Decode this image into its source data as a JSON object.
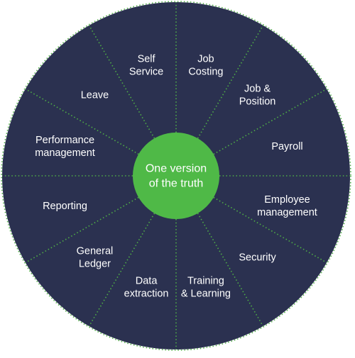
{
  "colors": {
    "wheel": "#2b3150",
    "divider": "#4fae46",
    "hub": "#4fb947",
    "text": "#ffffff"
  },
  "hub": {
    "lines": [
      "One version",
      "of the truth"
    ]
  },
  "segments": [
    {
      "id": "self-service",
      "lines": [
        "Self",
        "Service"
      ]
    },
    {
      "id": "job-costing",
      "lines": [
        "Job",
        "Costing"
      ]
    },
    {
      "id": "job-position",
      "lines": [
        "Job &",
        "Position"
      ]
    },
    {
      "id": "payroll",
      "lines": [
        "Payroll"
      ]
    },
    {
      "id": "employee-management",
      "lines": [
        "Employee",
        "management"
      ]
    },
    {
      "id": "security",
      "lines": [
        "Security"
      ]
    },
    {
      "id": "training-learning",
      "lines": [
        "Training",
        "& Learning"
      ]
    },
    {
      "id": "data-extraction",
      "lines": [
        "Data",
        "extraction"
      ]
    },
    {
      "id": "general-ledger",
      "lines": [
        "General",
        "Ledger"
      ]
    },
    {
      "id": "reporting",
      "lines": [
        "Reporting"
      ]
    },
    {
      "id": "performance-management",
      "lines": [
        "Performance",
        "management"
      ]
    },
    {
      "id": "leave",
      "lines": [
        "Leave"
      ]
    }
  ]
}
